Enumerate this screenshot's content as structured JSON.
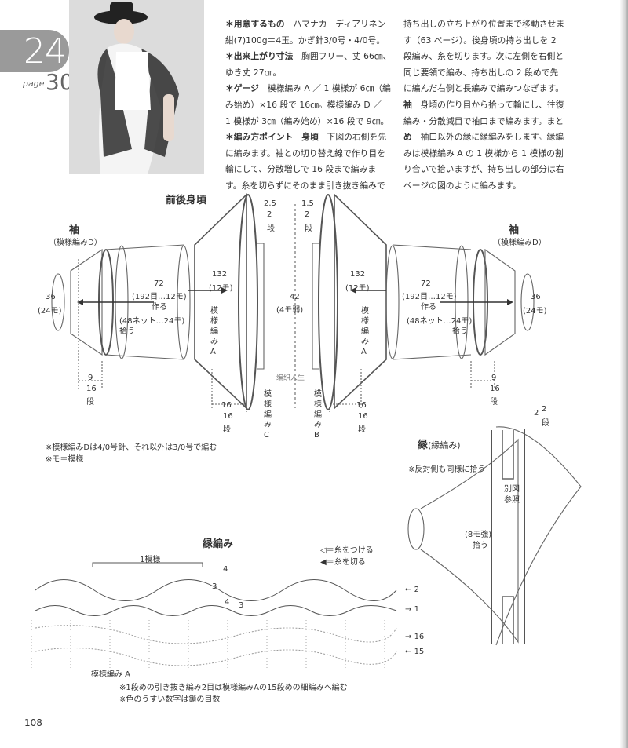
{
  "header": {
    "pattern_number": "24",
    "page_label": "page",
    "page_ref": "30"
  },
  "instructions": {
    "col1": [
      {
        "key": "＊用意するもの",
        "rest": "　ハマナカ　ディアリネン"
      },
      {
        "key": "",
        "rest": "紺(7)100g＝4玉。かぎ針3/0号・4/0号。"
      },
      {
        "key": "＊出来上がり寸法",
        "rest": "　胸囲フリー、丈 66㎝、"
      },
      {
        "key": "",
        "rest": "ゆき丈 27㎝。"
      },
      {
        "key": "＊ゲージ",
        "rest": "　模様編み A ／ 1 模様が 6㎝（編"
      },
      {
        "key": "",
        "rest": "み始め）×16 段で 16㎝。模様編み D ／"
      },
      {
        "key": "",
        "rest": "1 模様が 3㎝（編み始め）×16 段で 9㎝。"
      },
      {
        "key": "＊編み方ポイント　身頃",
        "rest": "　下図の右側を先"
      },
      {
        "key": "",
        "rest": "に編みます。袖との切り替え線で作り目を"
      },
      {
        "key": "",
        "rest": "輪にして、分散増しで 16 段まで編みま"
      },
      {
        "key": "",
        "rest": "す。糸を切らずにそのまま引き抜き編みで"
      }
    ],
    "col2": [
      {
        "key": "",
        "rest": "持ち出しの立ち上がり位置まで移動させま"
      },
      {
        "key": "",
        "rest": "す（63 ページ）。後身頃の持ち出しを 2"
      },
      {
        "key": "",
        "rest": "段編み、糸を切ります。次に左側を右側と"
      },
      {
        "key": "",
        "rest": "同じ要領で編み、持ち出しの 2 段めで先"
      },
      {
        "key": "",
        "rest": "に編んだ右側と長編みで編みつなぎます。"
      },
      {
        "key": "袖",
        "rest": "　身頃の作り目から拾って輪にし、往復"
      },
      {
        "key": "",
        "rest": "編み・分散減目で袖口まで編みます。まと"
      },
      {
        "key": "め",
        "rest": "　袖口以外の縁に縁編みをします。縁編"
      },
      {
        "key": "",
        "rest": "みは模様編み A の 1 模様から 1 模様の割"
      },
      {
        "key": "",
        "rest": "り合いで拾いますが、持ち出しの部分は右"
      },
      {
        "key": "",
        "rest": "ページの図のように編みます。"
      }
    ]
  },
  "diagram": {
    "title": "前後身頃",
    "sleeve_title": "袖",
    "sleeve_pattern": "（模様編みD）",
    "cuff_cm": "36",
    "cuff_st": "(24モ)",
    "sleeve_top_cm": "72",
    "sleeve_top_st": "(192目…12モ)",
    "sleeve_top_note": "作る",
    "sleeve_pick": "(48ネット…24モ)",
    "sleeve_pick_note": "拾う",
    "sleeve_len_cm": "9",
    "sleeve_len_rows": "16",
    "sleeve_len_unit": "段",
    "body_cm": "132",
    "body_st": "(12モ)",
    "pattern_a": "模様編みA",
    "pattern_b": "模様編みB",
    "pattern_c": "模様編みC",
    "flap_left_cm": "2.5",
    "flap_right_cm": "1.5",
    "flap_rows": "2",
    "flap_unit": "段",
    "center_cm": "42",
    "center_st": "(4モ弱)",
    "body_len_cm": "16",
    "body_len_rows": "16",
    "body_len_unit": "段",
    "watermark": "编织人生",
    "note1": "※模様編みDは4/0号針、それ以外は3/0号で編む",
    "note2": "※モ＝模様"
  },
  "edging": {
    "title": "縁",
    "title_sub": "(縁編み)",
    "note": "※反対側も同様に拾う",
    "ref": "別図",
    "ref2": "参照",
    "pick_cm": "(8モ強)",
    "pick_note": "拾う",
    "top_cm": "2",
    "top_rows": "2",
    "top_unit": "段"
  },
  "chart": {
    "title": "縁編み",
    "repeat_label": "1模様",
    "legend_join": "◁＝糸をつける",
    "legend_cut": "◀＝糸を切る",
    "row_2": "2",
    "row_1": "1",
    "row_16": "16",
    "row_15": "15",
    "count_4a": "4",
    "count_3a": "3",
    "count_4b": "4",
    "count_3b": "3",
    "pattern_label": "模様編み A",
    "note1": "※1段めの引き抜き編み2目は模様編みAの15段めの細編みへ編む",
    "note2": "※色のうすい数字は鎖の目数"
  },
  "footer": {
    "page_number": "108"
  }
}
